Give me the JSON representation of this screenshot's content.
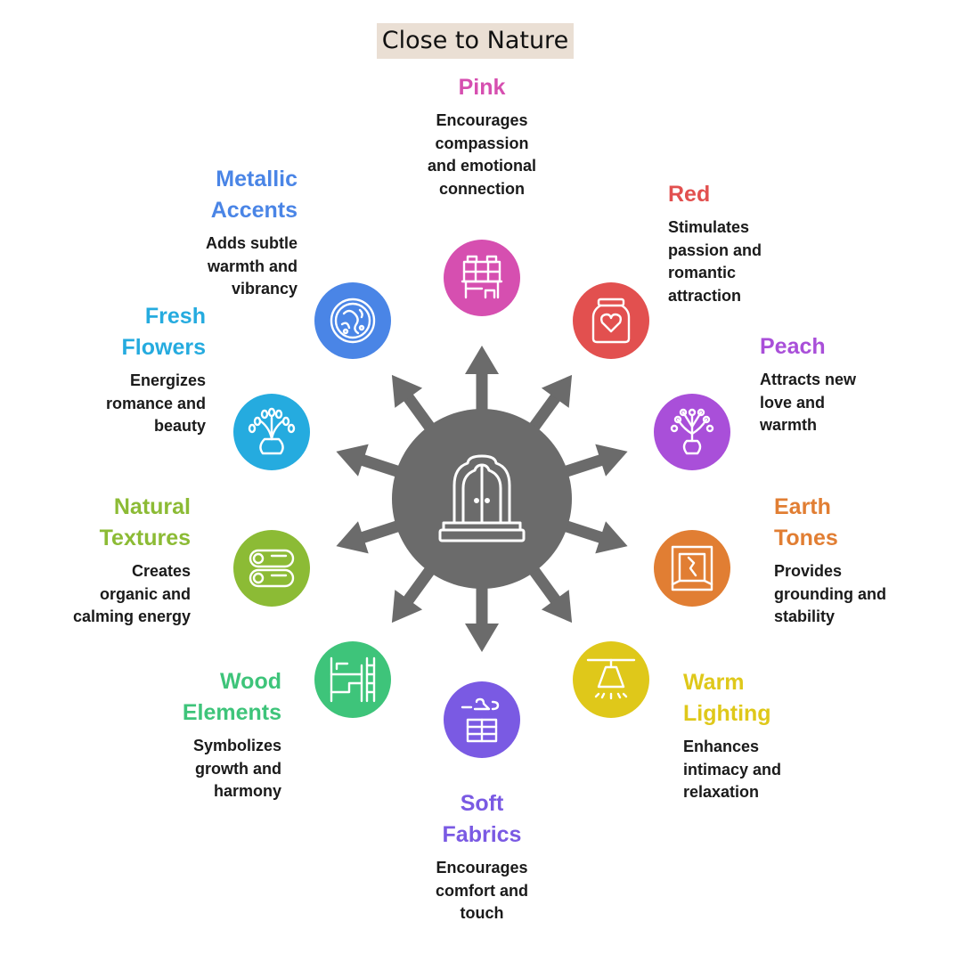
{
  "title": "Close to Nature",
  "center_icon": "window-seat-icon",
  "items": [
    {
      "key": "pink",
      "name": "Pink",
      "description": "Encourages\ncompassion\nand emotional\nconnection",
      "color": "#d64fb0",
      "icon": "cabinet-icon"
    },
    {
      "key": "red",
      "name": "Red",
      "description": "Stimulates\npassion and\nromantic\nattraction",
      "color": "#e2504f",
      "icon": "heart-jar-icon"
    },
    {
      "key": "peach",
      "name": "Peach",
      "description": "Attracts new\nlove and\nwarmth",
      "color": "#a94fd9",
      "icon": "flower-vase-icon"
    },
    {
      "key": "earth-tones",
      "name": "Earth\nTones",
      "description": "Provides\ngrounding and\nstability",
      "color": "#e17e33",
      "icon": "framed-picture-icon"
    },
    {
      "key": "warm-lighting",
      "name": "Warm\nLighting",
      "description": "Enhances\nintimacy and\nrelaxation",
      "color": "#dfc81a",
      "icon": "pendant-lamp-icon"
    },
    {
      "key": "soft-fabrics",
      "name": "Soft\nFabrics",
      "description": "Encourages\ncomfort and\ntouch",
      "color": "#7a5ae3",
      "icon": "hanger-drawers-icon"
    },
    {
      "key": "wood-elements",
      "name": "Wood\nElements",
      "description": "Symbolizes\ngrowth and\nharmony",
      "color": "#3ec47a",
      "icon": "bunk-bed-icon"
    },
    {
      "key": "natural-textures",
      "name": "Natural\nTextures",
      "description": "Creates\norganic and\ncalming energy",
      "color": "#8cbb35",
      "icon": "logs-icon"
    },
    {
      "key": "fresh-flowers",
      "name": "Fresh\nFlowers",
      "description": "Energizes\nromance and\nbeauty",
      "color": "#25abdf",
      "icon": "plant-vase-icon"
    },
    {
      "key": "metallic-accents",
      "name": "Metallic\nAccents",
      "description": "Adds subtle\nwarmth and\nvibrancy",
      "color": "#4a85e6",
      "icon": "patterned-plate-icon"
    }
  ]
}
